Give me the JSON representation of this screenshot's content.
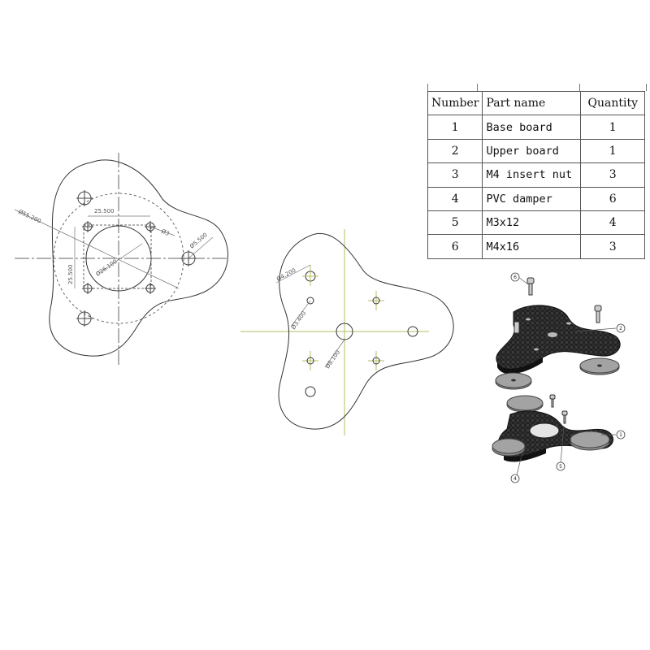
{
  "drawing_left": {
    "dims": {
      "outer_dia": "Ø55.200",
      "hole_spacing_h": "25.500",
      "hole_spacing_v": "25.500",
      "hole_dia_small": "Ø3",
      "hole_dia_tip": "Ø5.500",
      "center_dia": "Ø26.100"
    }
  },
  "drawing_middle": {
    "dims": {
      "tip_hole_dia": "Ø4.200",
      "mount_hole_dia": "Ø3.400",
      "center_hole_dia": "Ø8.100"
    }
  },
  "bom": {
    "headers": {
      "number": "Number",
      "part": "Part name",
      "qty": "Quantity"
    },
    "rows": [
      {
        "number": "1",
        "part": "Base board",
        "qty": "1"
      },
      {
        "number": "2",
        "part": "Upper board",
        "qty": "1"
      },
      {
        "number": "3",
        "part": "M4 insert nut",
        "qty": "3"
      },
      {
        "number": "4",
        "part": "PVC damper",
        "qty": "6"
      },
      {
        "number": "5",
        "part": "M3x12",
        "qty": "4"
      },
      {
        "number": "6",
        "part": "M4x16",
        "qty": "3"
      }
    ]
  },
  "callouts": {
    "c1": "1",
    "c2": "2",
    "c4": "4",
    "c5": "5",
    "c6": "6"
  },
  "colors": {
    "plate": "#1f1f1f",
    "damper": "#8a8a8a",
    "centerline": "#b5bd62",
    "line": "#333333"
  }
}
